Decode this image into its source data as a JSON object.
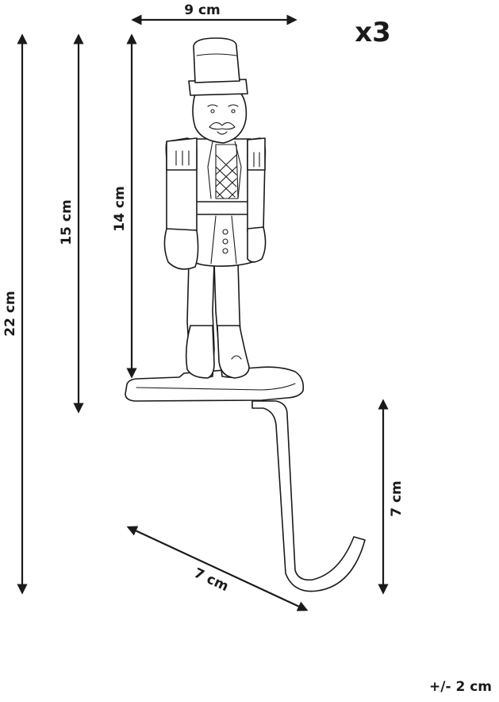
{
  "quantity_label": "x3",
  "dimensions": {
    "top_width": "9 cm",
    "total_height": "22 cm",
    "standing_height": "15 cm",
    "figure_height": "14 cm",
    "hook_height": "7 cm",
    "hook_depth": "7 cm"
  },
  "tolerance_note": "+/- 2 cm",
  "colors": {
    "ink": "#1a1a1a",
    "background": "#ffffff"
  }
}
